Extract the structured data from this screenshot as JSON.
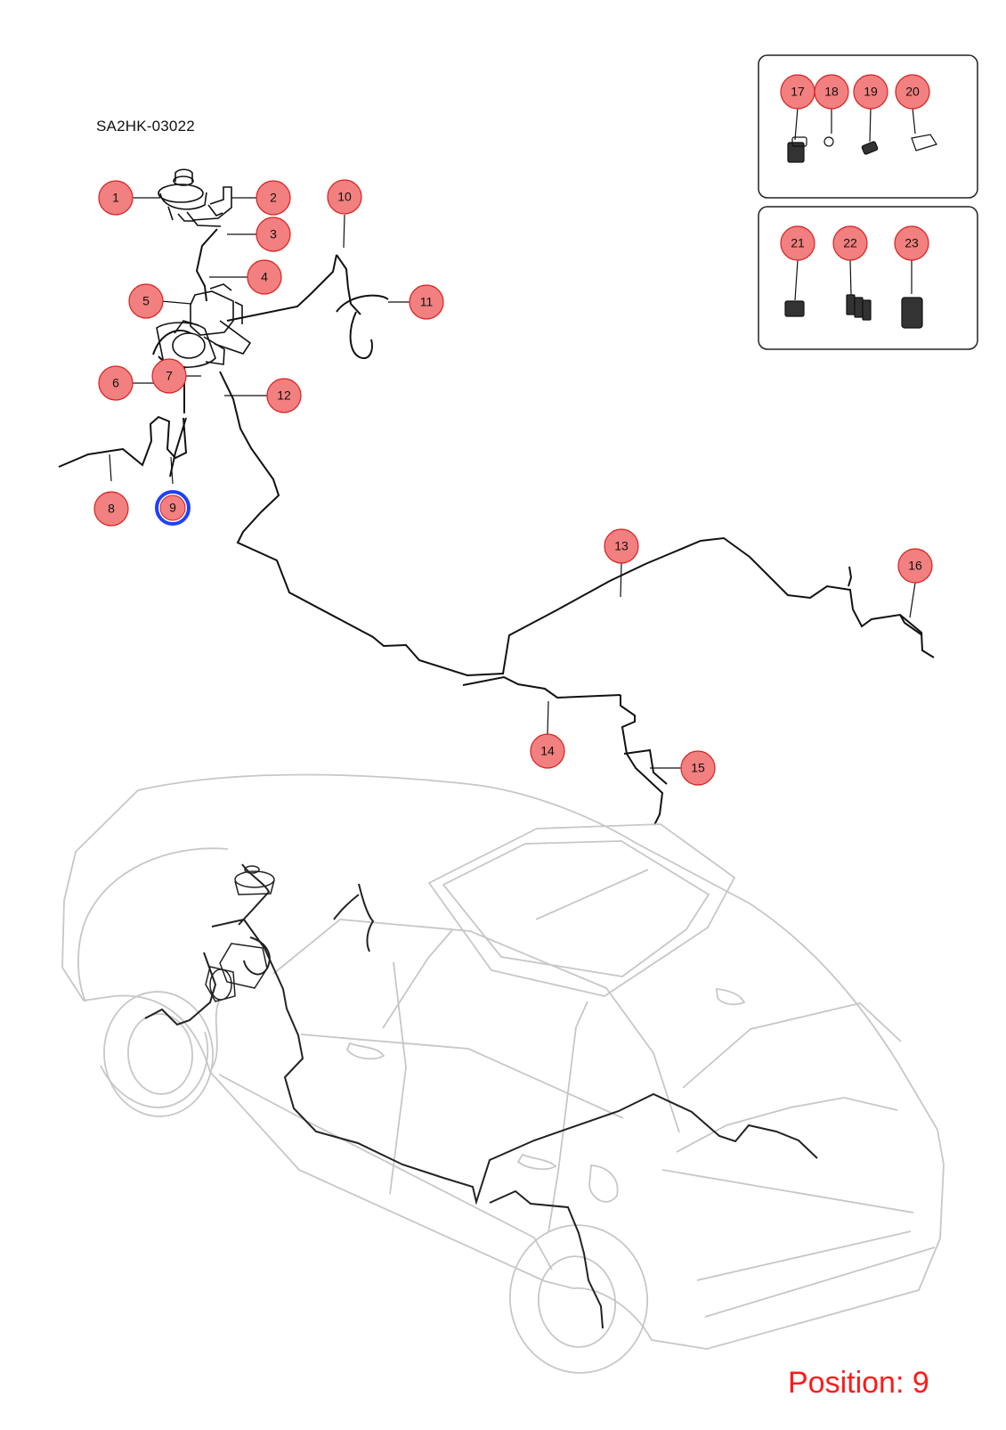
{
  "diagram_code": "SA2HK-03022",
  "position_text": "Position: 9",
  "selected_callout": "9",
  "callouts": [
    {
      "label": "1",
      "active": false
    },
    {
      "label": "2",
      "active": false
    },
    {
      "label": "3",
      "active": false
    },
    {
      "label": "4",
      "active": false
    },
    {
      "label": "5",
      "active": false
    },
    {
      "label": "6",
      "active": false
    },
    {
      "label": "7",
      "active": false
    },
    {
      "label": "8",
      "active": false
    },
    {
      "label": "9",
      "active": true
    },
    {
      "label": "10",
      "active": false
    },
    {
      "label": "11",
      "active": false
    },
    {
      "label": "12",
      "active": false
    },
    {
      "label": "13",
      "active": false
    },
    {
      "label": "14",
      "active": false
    },
    {
      "label": "15",
      "active": false
    },
    {
      "label": "16",
      "active": false
    },
    {
      "label": "17",
      "active": false
    },
    {
      "label": "18",
      "active": false
    },
    {
      "label": "19",
      "active": false
    },
    {
      "label": "20",
      "active": false
    },
    {
      "label": "21",
      "active": false
    },
    {
      "label": "22",
      "active": false
    },
    {
      "label": "23",
      "active": false
    }
  ],
  "colors": {
    "callout_fill": "#f28080",
    "callout_stroke": "#d92020",
    "active_fill": "#ffffff",
    "active_stroke": "#1f3fff",
    "position_text": "#ff1a1a",
    "line": "#111111",
    "car_outline": "#c7c7c7"
  }
}
